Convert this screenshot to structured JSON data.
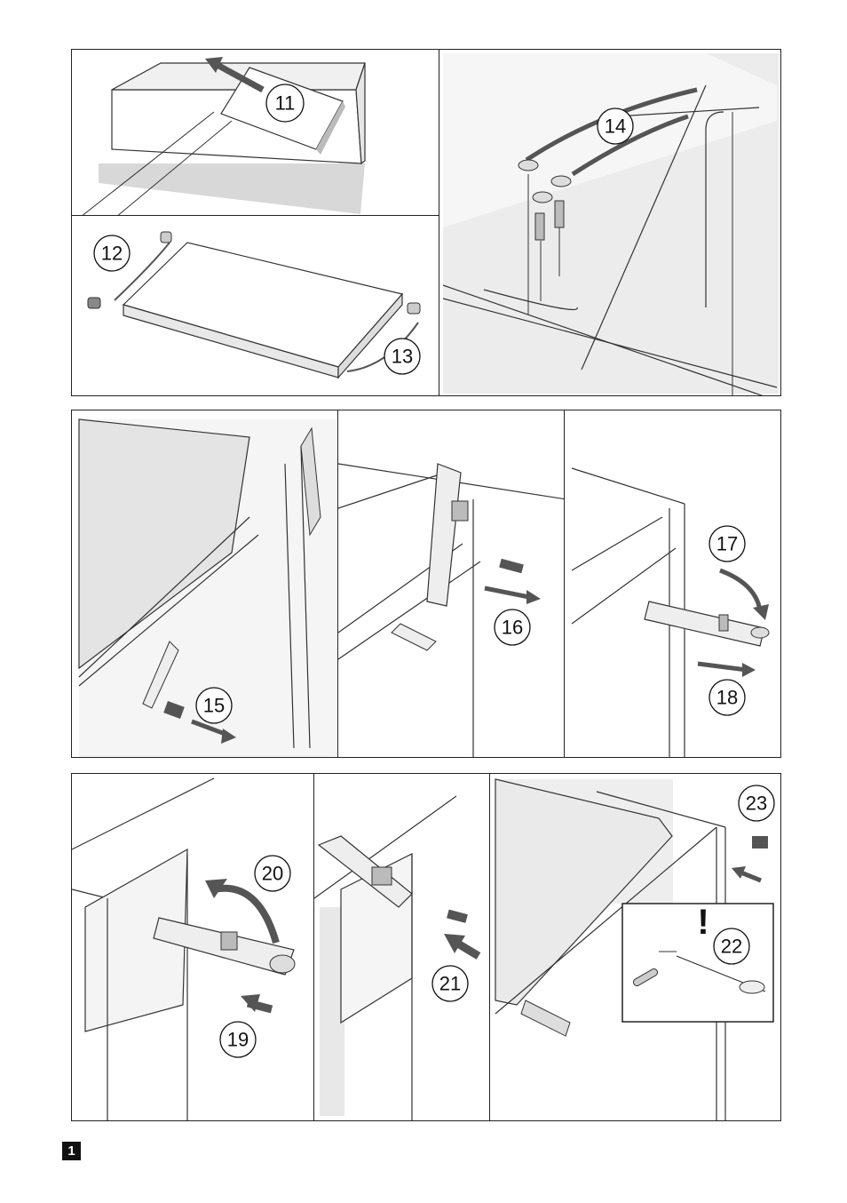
{
  "figure_label": "1",
  "panels": [
    {
      "id": "p11",
      "steps": [
        "11"
      ]
    },
    {
      "id": "p12-13",
      "steps": [
        "12",
        "13"
      ]
    },
    {
      "id": "p14",
      "steps": [
        "14"
      ]
    },
    {
      "id": "p15",
      "steps": [
        "15"
      ]
    },
    {
      "id": "p16",
      "steps": [
        "16"
      ]
    },
    {
      "id": "p17-18",
      "steps": [
        "17",
        "18"
      ]
    },
    {
      "id": "p19-20",
      "steps": [
        "20",
        "19"
      ]
    },
    {
      "id": "p21",
      "steps": [
        "21"
      ]
    },
    {
      "id": "p22-23",
      "steps": [
        "23",
        "22"
      ],
      "warning_mark": "!"
    }
  ]
}
